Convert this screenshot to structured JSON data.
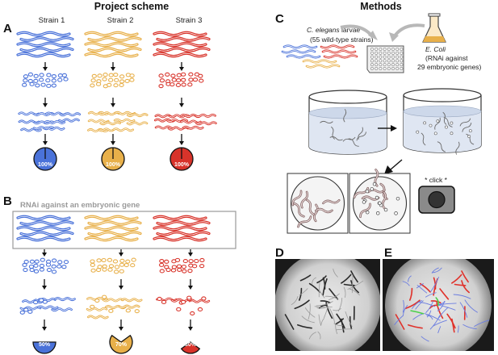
{
  "header": {
    "left_title": "Project scheme",
    "right_title": "Methods"
  },
  "panels": {
    "a": "A",
    "b": "B",
    "c": "C",
    "d": "D",
    "e": "E"
  },
  "strains": [
    {
      "label": "Strain 1",
      "color": "#4a72d9",
      "pie_a": "100%",
      "pie_b": "50%",
      "frac_b": 0.5
    },
    {
      "label": "Strain 2",
      "color": "#e8b04a",
      "pie_a": "100%",
      "pie_b": "70%",
      "frac_b": 0.7
    },
    {
      "label": "Strain 3",
      "color": "#d8332a",
      "pie_a": "100%",
      "pie_b": "30%",
      "frac_b": 0.3
    }
  ],
  "panel_b": {
    "banner": "RNAi against an embryonic gene"
  },
  "methods": {
    "larvae_species": "C. elegans",
    "larvae_word": " larvae",
    "larvae_detail": "(55 wild-type strains)",
    "bacteria_name": "E. Coli",
    "bacteria_line1": "(RNAi against",
    "bacteria_line2": "29 embryonic genes)",
    "camera_label": "* click *"
  },
  "colors": {
    "blue": "#4a72d9",
    "yellow": "#e8b04a",
    "red": "#d8332a",
    "gray": "#9a9a9a"
  }
}
